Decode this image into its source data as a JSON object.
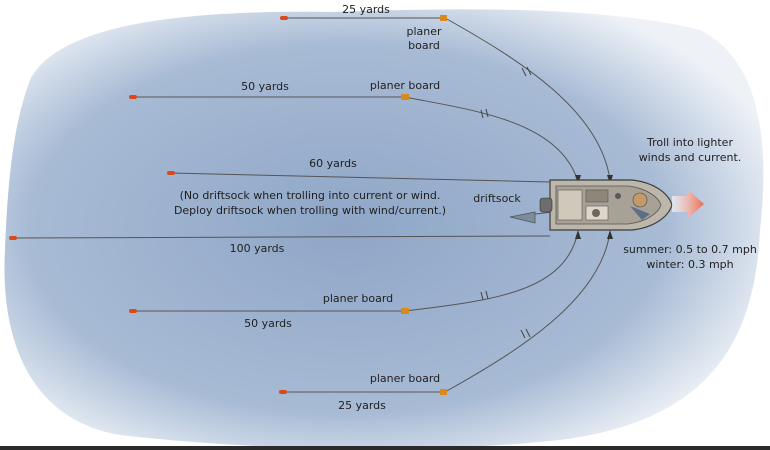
{
  "labels": {
    "top_distance": "25 yards",
    "top_board": [
      "planer",
      "board"
    ],
    "upper_distance": "50 yards",
    "upper_board": "planer board",
    "center_distance": "60 yards",
    "note_line1": "(No driftsock when trolling into current or wind.",
    "note_line2": "Deploy driftsock when trolling with wind/current.)",
    "driftsock": "driftsock",
    "long_distance": "100 yards",
    "lower_board": "planer board",
    "lower_distance": "50 yards",
    "bottom_board": "planer board",
    "bottom_distance": "25 yards",
    "troll_line1": "Troll into lighter",
    "troll_line2": "winds and current.",
    "speed_summer": "summer: 0.5 to 0.7 mph",
    "speed_winter": "winter: 0.3 mph"
  },
  "colors": {
    "water": "#9fb3d0",
    "water_edge": "#e8eef5",
    "line": "#555555",
    "board": "#d98a1f",
    "lure": "#d8491b",
    "hull": "#b9b2a6",
    "arrow": "#ef6a4d"
  }
}
